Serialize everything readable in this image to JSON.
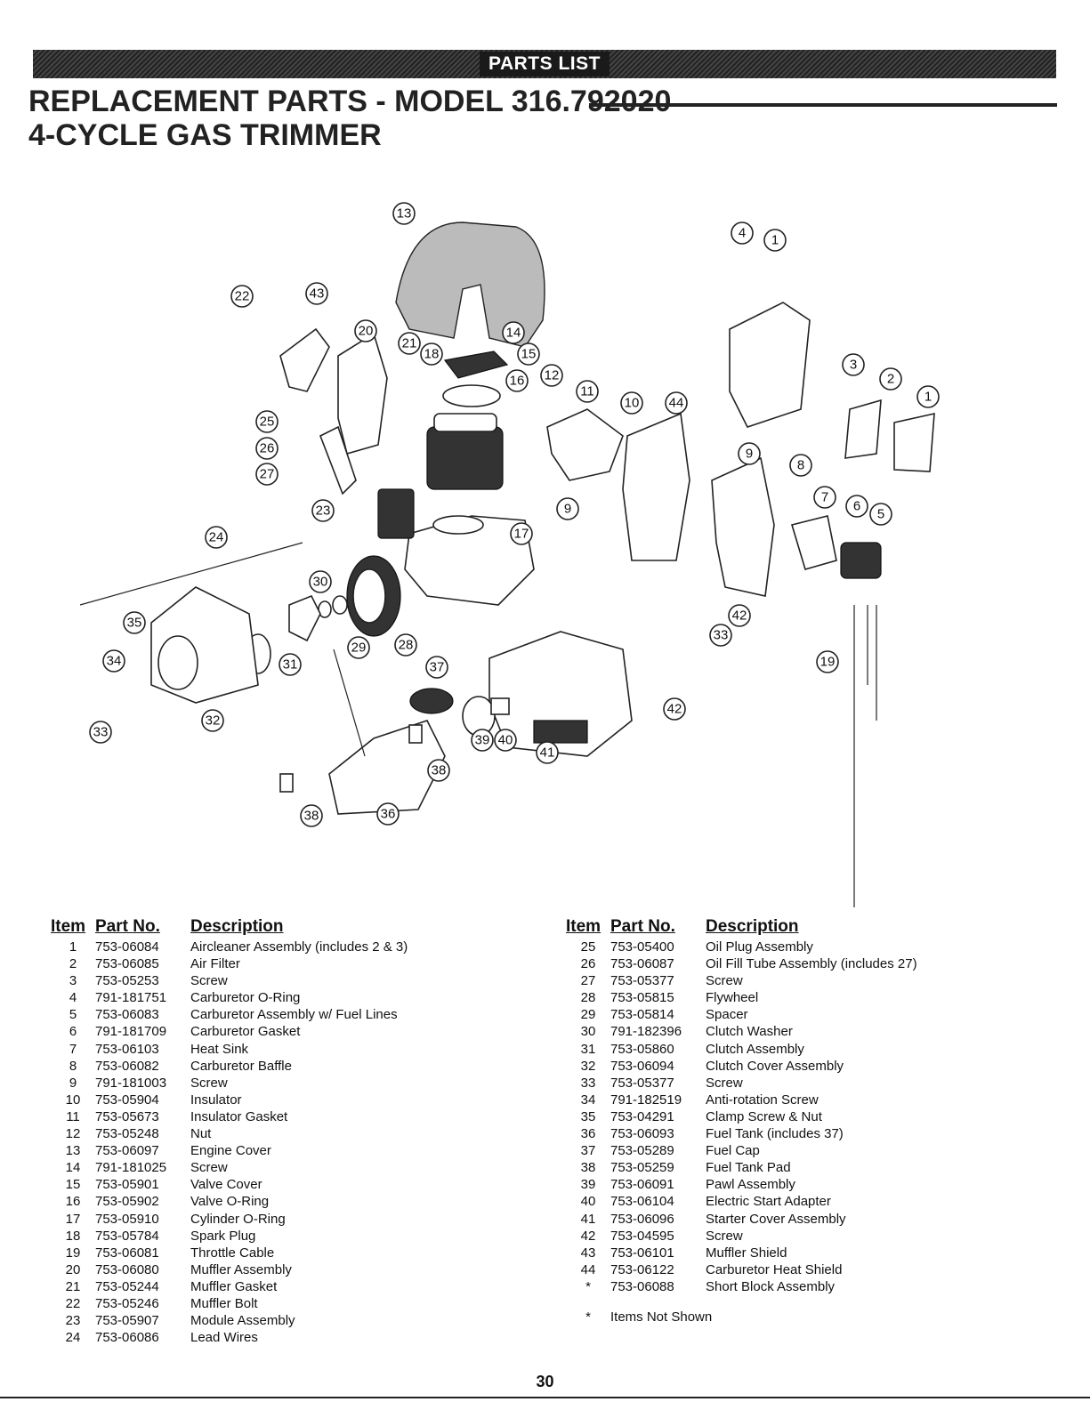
{
  "header": {
    "banner": "PARTS LIST",
    "title_line1": "REPLACEMENT PARTS - MODEL 316.792020",
    "title_line2": "4-CYCLE GAS TRIMMER"
  },
  "diagram": {
    "callouts": [
      "13",
      "22",
      "43",
      "20",
      "21",
      "18",
      "14",
      "15",
      "16",
      "12",
      "11",
      "10",
      "44",
      "4",
      "1",
      "3",
      "2",
      "1",
      "9",
      "8",
      "9",
      "25",
      "26",
      "27",
      "23",
      "17",
      "24",
      "7",
      "6",
      "5",
      "30",
      "29",
      "28",
      "35",
      "34",
      "31",
      "33",
      "32",
      "37",
      "42",
      "33",
      "19",
      "39",
      "40",
      "41",
      "38",
      "38",
      "36",
      "42"
    ]
  },
  "table": {
    "headers": {
      "item": "Item",
      "part": "Part No.",
      "desc": "Description"
    },
    "left_rows": [
      {
        "item": "1",
        "part": "753-06084",
        "desc": "Aircleaner Assembly (includes 2 & 3)"
      },
      {
        "item": "2",
        "part": "753-06085",
        "desc": "Air Filter"
      },
      {
        "item": "3",
        "part": "753-05253",
        "desc": "Screw"
      },
      {
        "item": "4",
        "part": "791-181751",
        "desc": "Carburetor O-Ring"
      },
      {
        "item": "5",
        "part": "753-06083",
        "desc": "Carburetor Assembly w/ Fuel Lines"
      },
      {
        "item": "6",
        "part": "791-181709",
        "desc": "Carburetor Gasket"
      },
      {
        "item": "7",
        "part": "753-06103",
        "desc": "Heat Sink"
      },
      {
        "item": "8",
        "part": "753-06082",
        "desc": "Carburetor Baffle"
      },
      {
        "item": "9",
        "part": "791-181003",
        "desc": "Screw"
      },
      {
        "item": "10",
        "part": "753-05904",
        "desc": "Insulator"
      },
      {
        "item": "11",
        "part": "753-05673",
        "desc": "Insulator Gasket"
      },
      {
        "item": "12",
        "part": "753-05248",
        "desc": "Nut"
      },
      {
        "item": "13",
        "part": "753-06097",
        "desc": "Engine Cover"
      },
      {
        "item": "14",
        "part": "791-181025",
        "desc": "Screw"
      },
      {
        "item": "15",
        "part": "753-05901",
        "desc": "Valve Cover"
      },
      {
        "item": "16",
        "part": "753-05902",
        "desc": "Valve O-Ring"
      },
      {
        "item": "17",
        "part": "753-05910",
        "desc": "Cylinder O-Ring"
      },
      {
        "item": "18",
        "part": "753-05784",
        "desc": "Spark Plug"
      },
      {
        "item": "19",
        "part": "753-06081",
        "desc": "Throttle Cable"
      },
      {
        "item": "20",
        "part": "753-06080",
        "desc": "Muffler Assembly"
      },
      {
        "item": "21",
        "part": "753-05244",
        "desc": "Muffler Gasket"
      },
      {
        "item": "22",
        "part": "753-05246",
        "desc": "Muffler Bolt"
      },
      {
        "item": "23",
        "part": "753-05907",
        "desc": "Module Assembly"
      },
      {
        "item": "24",
        "part": "753-06086",
        "desc": "Lead Wires"
      }
    ],
    "right_rows": [
      {
        "item": "25",
        "part": "753-05400",
        "desc": "Oil Plug Assembly"
      },
      {
        "item": "26",
        "part": "753-06087",
        "desc": "Oil Fill Tube Assembly (includes 27)"
      },
      {
        "item": "27",
        "part": "753-05377",
        "desc": "Screw"
      },
      {
        "item": "28",
        "part": "753-05815",
        "desc": "Flywheel"
      },
      {
        "item": "29",
        "part": "753-05814",
        "desc": "Spacer"
      },
      {
        "item": "30",
        "part": "791-182396",
        "desc": "Clutch Washer"
      },
      {
        "item": "31",
        "part": "753-05860",
        "desc": "Clutch Assembly"
      },
      {
        "item": "32",
        "part": "753-06094",
        "desc": "Clutch Cover Assembly"
      },
      {
        "item": "33",
        "part": "753-05377",
        "desc": "Screw"
      },
      {
        "item": "34",
        "part": "791-182519",
        "desc": "Anti-rotation Screw"
      },
      {
        "item": "35",
        "part": "753-04291",
        "desc": "Clamp Screw & Nut"
      },
      {
        "item": "36",
        "part": "753-06093",
        "desc": "Fuel Tank (includes 37)"
      },
      {
        "item": "37",
        "part": "753-05289",
        "desc": "Fuel Cap"
      },
      {
        "item": "38",
        "part": "753-05259",
        "desc": "Fuel Tank Pad"
      },
      {
        "item": "39",
        "part": "753-06091",
        "desc": "Pawl Assembly"
      },
      {
        "item": "40",
        "part": "753-06104",
        "desc": "Electric Start Adapter"
      },
      {
        "item": "41",
        "part": "753-06096",
        "desc": "Starter Cover Assembly"
      },
      {
        "item": "42",
        "part": "753-04595",
        "desc": "Screw"
      },
      {
        "item": "43",
        "part": "753-06101",
        "desc": "Muffler Shield"
      },
      {
        "item": "44",
        "part": "753-06122",
        "desc": "Carburetor Heat Shield"
      },
      {
        "item": "*",
        "part": "753-06088",
        "desc": "Short Block Assembly"
      }
    ],
    "note": {
      "symbol": "*",
      "text": "Items Not Shown"
    }
  },
  "footer": {
    "page_number": "30"
  }
}
